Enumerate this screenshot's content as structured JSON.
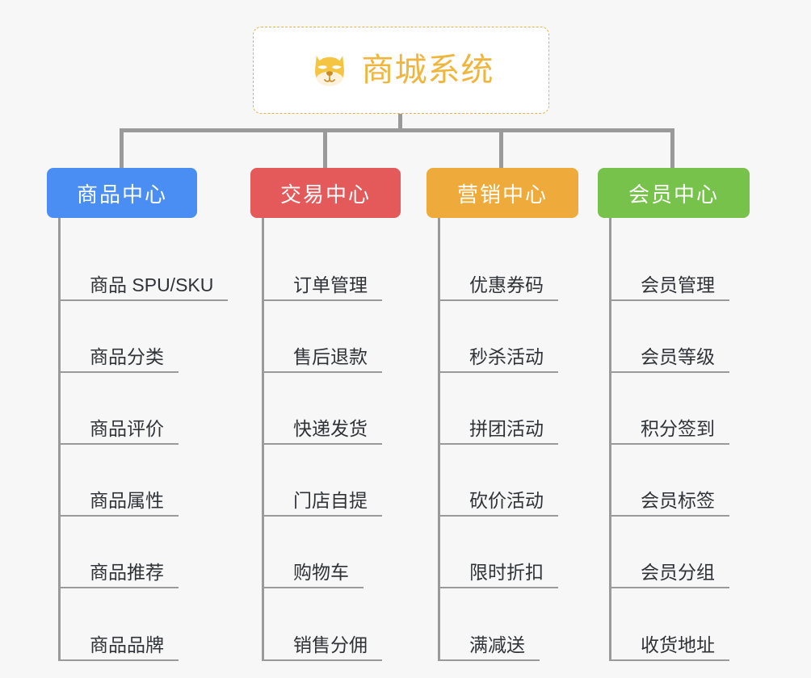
{
  "root": {
    "title": "商城系统",
    "icon": "dog-face-emoji",
    "text_color": "#f0b53d",
    "border_color": "#e8b24a",
    "background": "#ffffff"
  },
  "canvas": {
    "background": "#f7f7f7",
    "connector_color": "#9a9a9a"
  },
  "branches": [
    {
      "label": "商品中心",
      "color": "#4a8ef4",
      "items": [
        "商品 SPU/SKU",
        "商品分类",
        "商品评价",
        "商品属性",
        "商品推荐",
        "商品品牌"
      ]
    },
    {
      "label": "交易中心",
      "color": "#e4595a",
      "items": [
        "订单管理",
        "售后退款",
        "快递发货",
        "门店自提",
        "购物车",
        "销售分佣"
      ]
    },
    {
      "label": "营销中心",
      "color": "#eeab3b",
      "items": [
        "优惠券码",
        "秒杀活动",
        "拼团活动",
        "砍价活动",
        "限时折扣",
        "满减送"
      ]
    },
    {
      "label": "会员中心",
      "color": "#76c24a",
      "items": [
        "会员管理",
        "会员等级",
        "积分签到",
        "会员标签",
        "会员分组",
        "收货地址"
      ]
    }
  ]
}
